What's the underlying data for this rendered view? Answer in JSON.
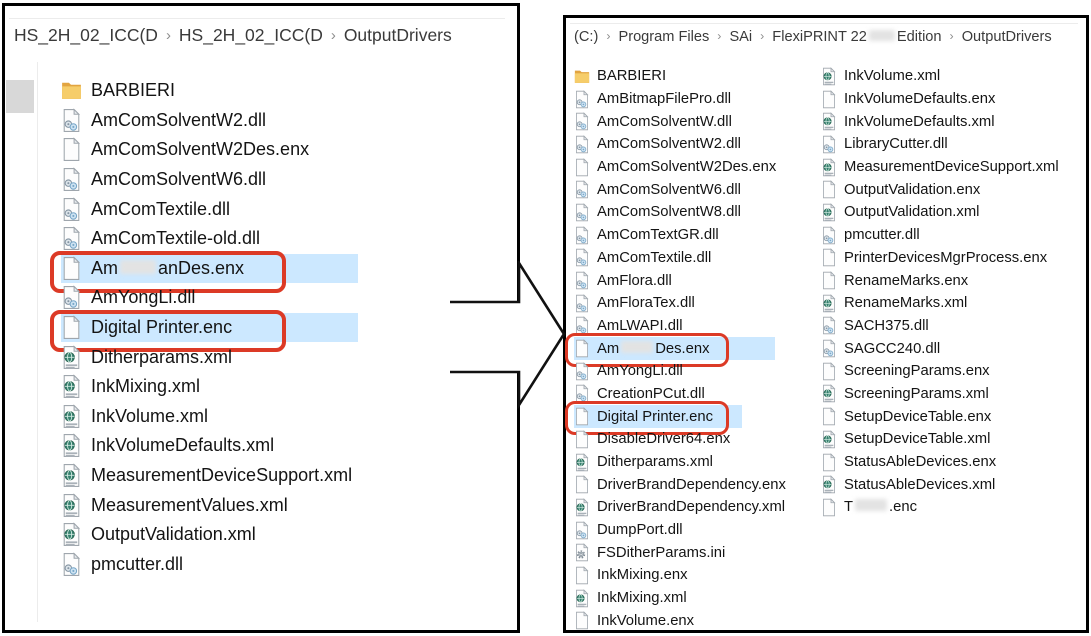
{
  "left_panel": {
    "breadcrumb": {
      "separator": "›",
      "items": [
        {
          "t": "HS_2H_02_ICC(D"
        },
        {
          "t": "HS_2H_02_ICC(D"
        },
        {
          "t": "OutputDrivers"
        }
      ]
    },
    "files": [
      {
        "name": "BARBIERI",
        "icon": "folder"
      },
      {
        "name": "AmComSolventW2.dll",
        "icon": "dll"
      },
      {
        "name": "AmComSolventW2Des.enx",
        "icon": "doc"
      },
      {
        "name": "AmComSolventW6.dll",
        "icon": "dll"
      },
      {
        "name": "AmComTextile.dll",
        "icon": "dll"
      },
      {
        "name": "AmComTextile-old.dll",
        "icon": "dll"
      },
      {
        "pre": "Am",
        "blur": true,
        "post": "anDes.enx",
        "icon": "doc",
        "selected": true,
        "highlight": "long",
        "red_box": true
      },
      {
        "name": "AmYongLi.dll",
        "icon": "dll"
      },
      {
        "name": "Digital Printer.enc",
        "icon": "doc",
        "selected": true,
        "highlight": "long",
        "red_box": true
      },
      {
        "name": "Ditherparams.xml",
        "icon": "xml"
      },
      {
        "name": "InkMixing.xml",
        "icon": "xml"
      },
      {
        "name": "InkVolume.xml",
        "icon": "xml"
      },
      {
        "name": "InkVolumeDefaults.xml",
        "icon": "xml"
      },
      {
        "name": "MeasurementDeviceSupport.xml",
        "icon": "xml"
      },
      {
        "name": "MeasurementValues.xml",
        "icon": "xml"
      },
      {
        "name": "OutputValidation.xml",
        "icon": "xml"
      },
      {
        "name": "pmcutter.dll",
        "icon": "dll"
      }
    ]
  },
  "right_panel": {
    "breadcrumb": {
      "separator": "›",
      "items": [
        {
          "t": "(C:)"
        },
        {
          "t": "Program Files"
        },
        {
          "t": "SAi"
        },
        {
          "pre": "FlexiPRINT 22",
          "blur": true,
          "post": "Edition"
        },
        {
          "t": "OutputDrivers"
        }
      ]
    },
    "columns": [
      {
        "files": [
          {
            "name": "BARBIERI",
            "icon": "folder"
          },
          {
            "name": "AmBitmapFilePro.dll",
            "icon": "dll"
          },
          {
            "name": "AmComSolventW.dll",
            "icon": "dll"
          },
          {
            "name": "AmComSolventW2.dll",
            "icon": "dll"
          },
          {
            "name": "AmComSolventW2Des.enx",
            "icon": "doc"
          },
          {
            "name": "AmComSolventW6.dll",
            "icon": "dll"
          },
          {
            "name": "AmComSolventW8.dll",
            "icon": "dll"
          },
          {
            "name": "AmComTextGR.dll",
            "icon": "dll"
          },
          {
            "name": "AmComTextile.dll",
            "icon": "dll"
          },
          {
            "name": "AmFlora.dll",
            "icon": "dll"
          },
          {
            "name": "AmFloraTex.dll",
            "icon": "dll"
          },
          {
            "name": "AmLWAPI.dll",
            "icon": "dll"
          },
          {
            "pre": "Am",
            "blur": true,
            "post": "Des.enx",
            "icon": "doc",
            "selected": true,
            "highlight": "long",
            "red_box": true
          },
          {
            "name": "AmYongLi.dll",
            "icon": "dll"
          },
          {
            "name": "CreationPCut.dll",
            "icon": "dll"
          },
          {
            "name": "Digital Printer.enc",
            "icon": "doc",
            "selected": true,
            "highlight": "short",
            "red_box": true
          },
          {
            "name": "DisableDriver64.enx",
            "icon": "doc"
          },
          {
            "name": "Ditherparams.xml",
            "icon": "xml"
          },
          {
            "name": "DriverBrandDependency.enx",
            "icon": "doc"
          },
          {
            "name": "DriverBrandDependency.xml",
            "icon": "xml"
          },
          {
            "name": "DumpPort.dll",
            "icon": "dll"
          },
          {
            "name": "FSDitherParams.ini",
            "icon": "ini"
          },
          {
            "name": "InkMixing.enx",
            "icon": "doc"
          },
          {
            "name": "InkMixing.xml",
            "icon": "xml"
          },
          {
            "name": "InkVolume.enx",
            "icon": "doc"
          }
        ]
      },
      {
        "files": [
          {
            "name": "InkVolume.xml",
            "icon": "xml"
          },
          {
            "name": "InkVolumeDefaults.enx",
            "icon": "doc"
          },
          {
            "name": "InkVolumeDefaults.xml",
            "icon": "xml"
          },
          {
            "name": "LibraryCutter.dll",
            "icon": "dll"
          },
          {
            "name": "MeasurementDeviceSupport.xml",
            "icon": "xml"
          },
          {
            "name": "OutputValidation.enx",
            "icon": "doc"
          },
          {
            "name": "OutputValidation.xml",
            "icon": "xml"
          },
          {
            "name": "pmcutter.dll",
            "icon": "dll"
          },
          {
            "name": "PrinterDevicesMgrProcess.enx",
            "icon": "doc"
          },
          {
            "name": "RenameMarks.enx",
            "icon": "doc"
          },
          {
            "name": "RenameMarks.xml",
            "icon": "xml"
          },
          {
            "name": "SACH375.dll",
            "icon": "dll"
          },
          {
            "name": "SAGCC240.dll",
            "icon": "dll"
          },
          {
            "name": "ScreeningParams.enx",
            "icon": "doc"
          },
          {
            "name": "ScreeningParams.xml",
            "icon": "xml"
          },
          {
            "name": "SetupDeviceTable.enx",
            "icon": "doc"
          },
          {
            "name": "SetupDeviceTable.xml",
            "icon": "xml"
          },
          {
            "name": "StatusAbleDevices.enx",
            "icon": "doc"
          },
          {
            "name": "StatusAbleDevices.xml",
            "icon": "xml"
          },
          {
            "pre": "T",
            "blur": true,
            "post": ".enc",
            "icon": "doc"
          }
        ]
      }
    ]
  },
  "colors": {
    "selection_blue": "#cce8ff",
    "highlight_red": "#dc3a26",
    "folder_yellow": "#f6cd6a",
    "panel_border": "#000000"
  }
}
